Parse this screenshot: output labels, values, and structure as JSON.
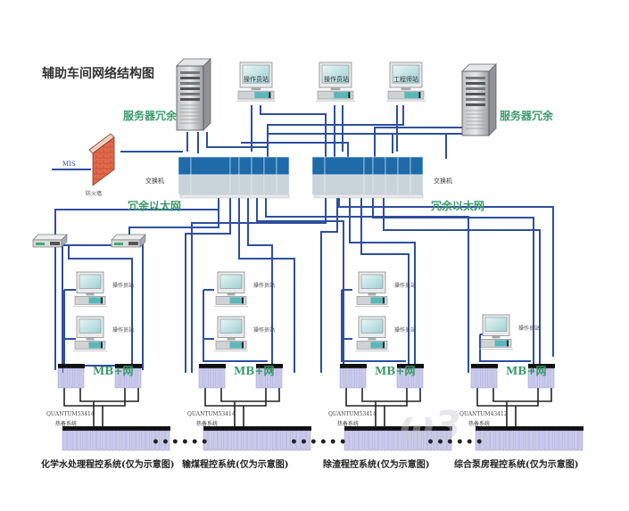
{
  "title": "辅助车间网络结构图",
  "labels": {
    "server_redundant_left": "服务器冗余",
    "server_redundant_right": "服务器冗余",
    "switch_left": "交换机",
    "switch_right": "交换机",
    "redundant_ethernet_left": "冗余以太网",
    "redundant_ethernet_right": "冗余以太网",
    "mis": "MIS",
    "firewall": "防火墙",
    "watermark": "ω3"
  },
  "top_stations": [
    {
      "label": "操作员站"
    },
    {
      "label": "操作员站"
    },
    {
      "label": "工程师站"
    }
  ],
  "subsystems": [
    {
      "name": "化学水处理程控系统(仅为示意图)",
      "plc_model": "QUANTUM53414",
      "plc_note": "热备系统",
      "mb_net": "MB+网",
      "stations": [
        "操作员站",
        "操作员站"
      ]
    },
    {
      "name": "输煤程控系统(仅为示意图)",
      "plc_model": "QUANTUM53414",
      "plc_note": "热备系统",
      "mb_net": "MB+网",
      "stations": [
        "操作员站",
        "操作员站"
      ]
    },
    {
      "name": "除渣程控系统(仅为示意图)",
      "plc_model": "QUANTUM53414",
      "plc_note": "热备系统",
      "mb_net": "MB+网",
      "stations": [
        "操作员站",
        "操作员站"
      ]
    },
    {
      "name": "综合泵房程控系统(仅为示意图)",
      "plc_model": "QUANTUM43412",
      "plc_note": "热备系统",
      "mb_net": "MB+网",
      "stations": [
        "操作员站"
      ]
    }
  ],
  "ellipsis": "••••••",
  "colors": {
    "line_blue": "#2e4f9e",
    "line_black": "#222222",
    "label_green": "#3a9a6a",
    "switch_blue": "#1f6aa8",
    "plc_lavender": "#c9c9ee"
  }
}
